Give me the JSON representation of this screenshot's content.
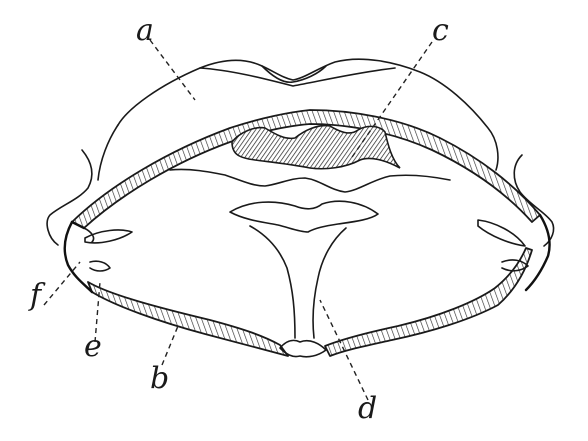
{
  "labels": {
    "a": "a",
    "b": "b",
    "c_top": "c",
    "d": "d",
    "e": "e",
    "f": "f"
  }
}
